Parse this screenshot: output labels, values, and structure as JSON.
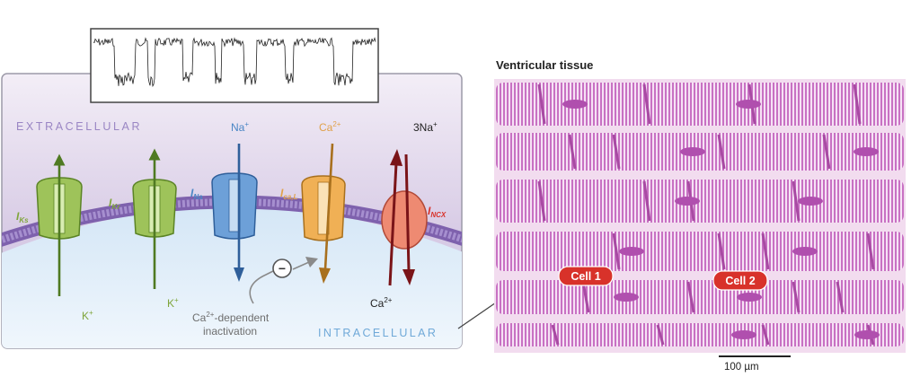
{
  "left_panel": {
    "region_extracellular": "EXTRACELLULAR",
    "region_intracellular": "INTRACELLULAR",
    "currents": {
      "iks": {
        "main": "I",
        "sub": "Ks"
      },
      "ikr": {
        "main": "I",
        "sub": "Kr"
      },
      "ina": {
        "main": "I",
        "sub": "Na"
      },
      "ical": {
        "main": "I",
        "sub": "ca,L"
      },
      "incx": {
        "main": "I",
        "sub": "NCX"
      }
    },
    "ions": {
      "k_iks": {
        "base": "K",
        "sup": "+"
      },
      "k_ikr": {
        "base": "K",
        "sup": "+"
      },
      "na": {
        "base": "Na",
        "sup": "+"
      },
      "ca_in": {
        "base": "Ca",
        "sup": "2+"
      },
      "na3": {
        "base": "3Na",
        "sup": "+"
      },
      "ca_out": {
        "base": "Ca",
        "sup": "2+"
      }
    },
    "annotation_line1_base": "Ca",
    "annotation_line1_sup": "2+",
    "annotation_line1_rest": "-dependent",
    "annotation_line2": "inactivation",
    "minus_symbol": "−"
  },
  "right_panel": {
    "title": "Ventricular tissue",
    "cell1_label": "Cell 1",
    "cell2_label": "Cell 2",
    "scale_label": "100 µm"
  },
  "colors": {
    "potassium_green": "#7fa53a",
    "sodium_blue": "#4a86c5",
    "calcium_orange": "#e0a14a",
    "ncx_salmon": "#ee8a72",
    "arrow_dark_red": "#7a1418",
    "tissue_magenta": "#c46cc0",
    "cell_label_red": "#d8322a",
    "extracellular_purple": "#9a86c4",
    "intracellular_blue": "#6fa9d8"
  }
}
